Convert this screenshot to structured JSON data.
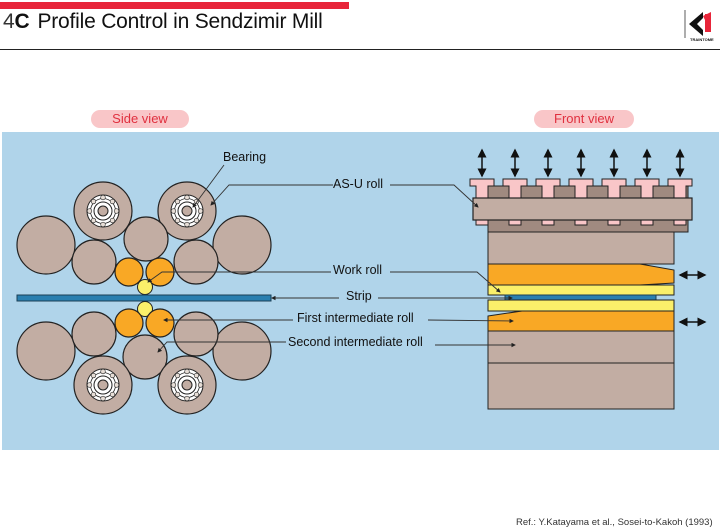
{
  "header": {
    "section_number": "4",
    "section_code": "C",
    "title": "Profile Control in Sendzimir Mill",
    "logo_text": "TRAINTOME"
  },
  "views": {
    "side": "Side view",
    "front": "Front view"
  },
  "labels": {
    "bearing": "Bearing",
    "asu_roll": "AS-U roll",
    "work_roll": "Work roll",
    "strip": "Strip",
    "first_intermediate": "First intermediate roll",
    "second_intermediate": "Second intermediate roll"
  },
  "front_view": {
    "asu_actuator_count": 7,
    "shift_arrows": 2
  },
  "colors": {
    "accent_red": "#e8253a",
    "panel_bg": "#b0d4ea",
    "backup_roll": "#c2ada3",
    "intermediate_orange": "#f9a825",
    "work_roll_yellow": "#fbef6a",
    "strip_blue": "#2a7fb0",
    "actuator_pink": "#f9c6c8",
    "saddle_dark": "#a08a80"
  },
  "reference": "Ref.: Y.Katayama et al., Sosei-to-Kakoh (1993)"
}
